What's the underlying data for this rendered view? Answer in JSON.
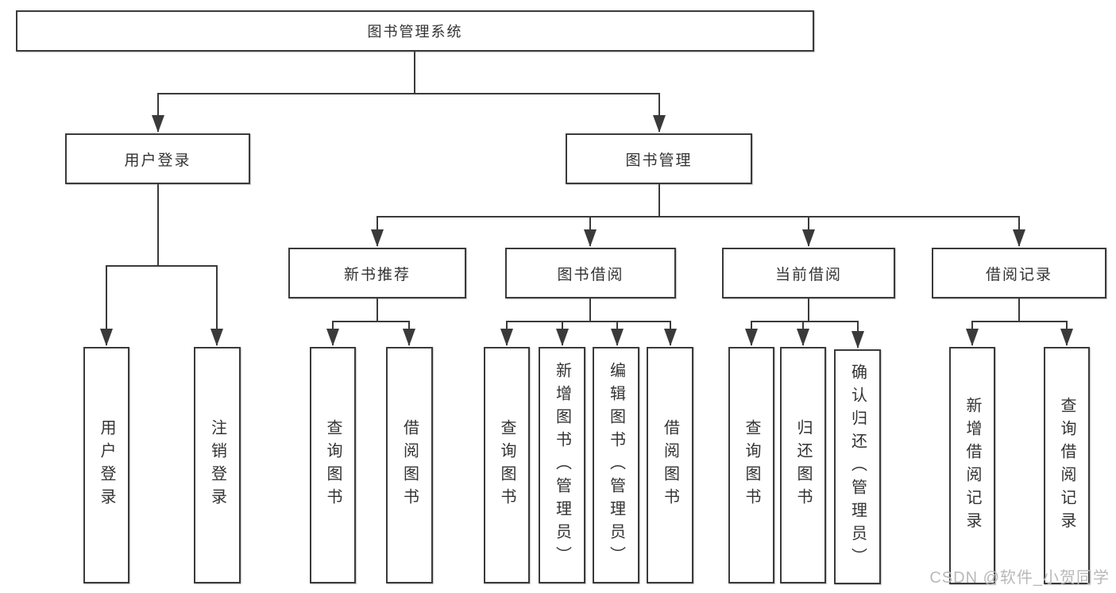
{
  "diagram": {
    "type": "hierarchy-tree",
    "colors": {
      "line": "#3a3a3a",
      "box_border": "#3a3a3a",
      "text": "#333333",
      "watermark": "#b9b9b9",
      "background": "#ffffff"
    },
    "tree": {
      "root": {
        "label": "图书管理系统",
        "children": [
          {
            "label": "用户登录",
            "children": [
              {
                "label": "用户登录"
              },
              {
                "label": "注销登录"
              }
            ]
          },
          {
            "label": "图书管理",
            "children": [
              {
                "label": "新书推荐",
                "children": [
                  {
                    "label": "查询图书"
                  },
                  {
                    "label": "借阅图书"
                  }
                ]
              },
              {
                "label": "图书借阅",
                "children": [
                  {
                    "label": "查询图书"
                  },
                  {
                    "label": "新增图书（管理员）"
                  },
                  {
                    "label": "编辑图书（管理员）"
                  },
                  {
                    "label": "借阅图书"
                  }
                ]
              },
              {
                "label": "当前借阅",
                "children": [
                  {
                    "label": "查询图书"
                  },
                  {
                    "label": "归还图书"
                  },
                  {
                    "label": "确认归还（管理员）"
                  }
                ]
              },
              {
                "label": "借阅记录",
                "children": [
                  {
                    "label": "新增借阅记录"
                  },
                  {
                    "label": "查询借阅记录"
                  }
                ]
              }
            ]
          }
        ]
      }
    },
    "watermark": {
      "text": "CSDN @软件_小贺同学"
    }
  }
}
